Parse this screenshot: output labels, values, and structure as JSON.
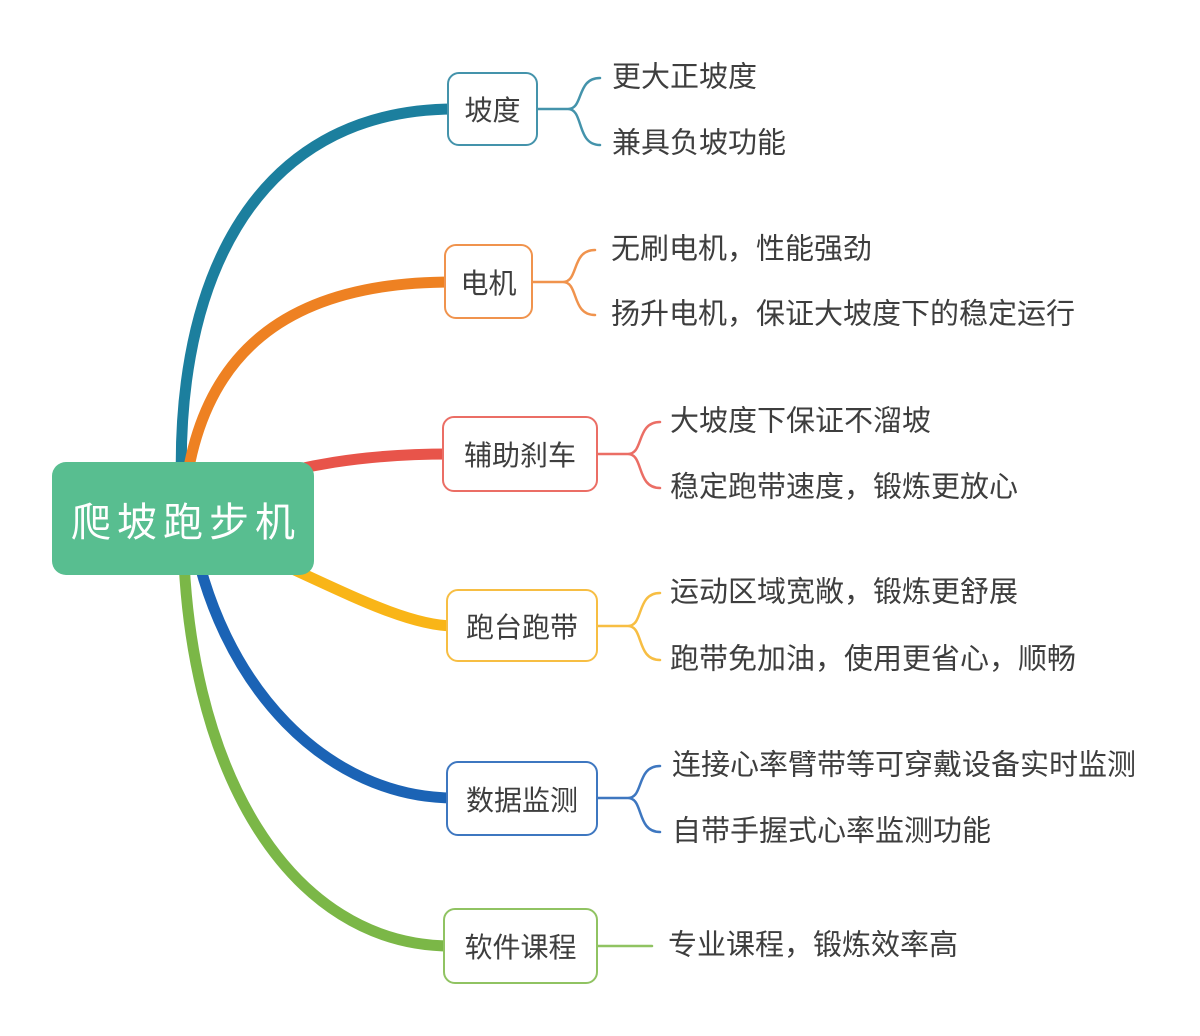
{
  "root": {
    "label": "爬坡跑步机",
    "fill": "#58BE90",
    "text_color": "#FFFFFF"
  },
  "palette": {
    "background": "#FFFFFF",
    "text": "#3E3E3E"
  },
  "branches": [
    {
      "label": "坡度",
      "line": "#1C7F9E",
      "border": "#4493AB",
      "children": [
        "更大正坡度",
        "兼具负坡功能"
      ]
    },
    {
      "label": "电机",
      "line": "#EE8122",
      "border": "#F0934D",
      "children": [
        "无刷电机，性能强劲",
        "扬升电机，保证大坡度下的稳定运行"
      ]
    },
    {
      "label": "辅助刹车",
      "line": "#E8544A",
      "border": "#EB6E65",
      "children": [
        "大坡度下保证不溜坡",
        "稳定跑带速度，锻炼更放心"
      ]
    },
    {
      "label": "跑台跑带",
      "line": "#F9B517",
      "border": "#F7BE43",
      "children": [
        "运动区域宽敞，锻炼更舒展",
        "跑带免加油，使用更省心，顺畅"
      ]
    },
    {
      "label": "数据监测",
      "line": "#1B63B5",
      "border": "#3E77C0",
      "children": [
        "连接心率臂带等可穿戴设备实时监测",
        "自带手握式心率监测功能"
      ]
    },
    {
      "label": "软件课程",
      "line": "#7BB747",
      "border": "#90C362",
      "children": [
        "专业课程，锻炼效率高"
      ]
    }
  ]
}
